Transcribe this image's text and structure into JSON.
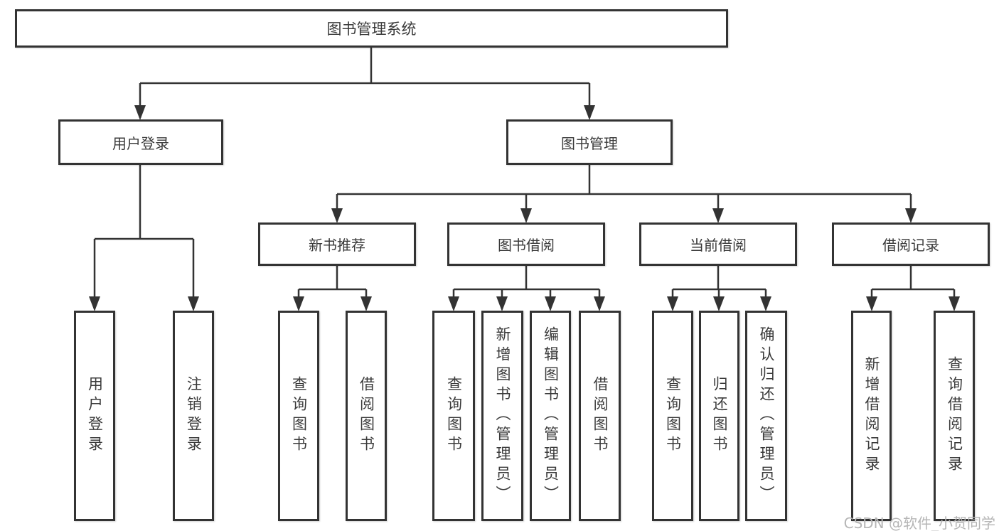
{
  "diagram": {
    "root": "图书管理系统",
    "level1": {
      "user_login": "用户登录",
      "book_mgmt": "图书管理"
    },
    "level2": {
      "new_books": "新书推荐",
      "borrow": "图书借阅",
      "current": "当前借阅",
      "records": "借阅记录"
    },
    "leaves": {
      "user_login": [
        "用户登录",
        "注销登录"
      ],
      "new_books": [
        "查询图书",
        "借阅图书"
      ],
      "borrow": [
        "查询图书",
        "新增图书（管理员）",
        "编辑图书（管理员）",
        "借阅图书"
      ],
      "current": [
        "查询图书",
        "归还图书",
        "确认归还（管理员）"
      ],
      "records": [
        "新增借阅记录",
        "查询借阅记录"
      ]
    }
  },
  "colors": {
    "line": "#333333",
    "text": "#3a3a3a",
    "watermark": "#b5b5b5"
  },
  "watermark": "CSDN @软件_小贺同学"
}
